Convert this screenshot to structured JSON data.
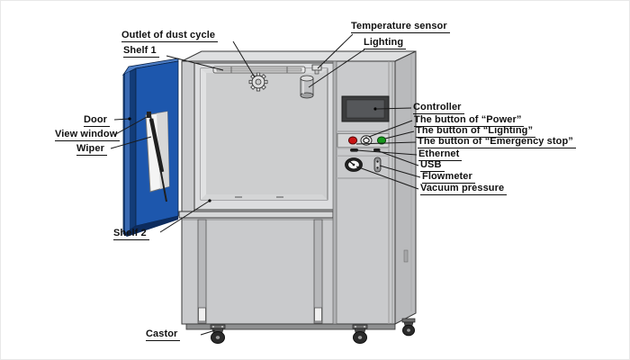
{
  "figure": {
    "type": "labeled-technical-diagram"
  },
  "labels": {
    "outlet_of_dust_cycle": "Outlet of dust cycle",
    "shelf_1": "Shelf 1",
    "temperature_sensor": "Temperature sensor",
    "lighting": "Lighting",
    "door": "Door",
    "view_window": "View window",
    "wiper": "Wiper",
    "controller": "Controller",
    "button_power": "The button of “Power”",
    "button_lighting": "The button of “Lighting”",
    "button_emergency_stop": "The button of “Emergency stop”",
    "ethernet": "Ethernet",
    "usb": "USB",
    "flowmeter": "Flowmeter",
    "vacuum_pressure": "Vacuum pressure",
    "shelf_2": "Shelf 2",
    "castor": "Castor"
  },
  "colors": {
    "door_front_blue": "#1d57ad",
    "door_side_blue": "#123c78",
    "cabinet_gray": "#c9cacc",
    "cabinet_top_gray": "#dfe0e1",
    "cabinet_side_gray": "#b9babc",
    "screen_dark": "#55575a",
    "power_button_red": "#c81414",
    "green_button": "#17991c",
    "leader_line": "#1a1a1a"
  }
}
